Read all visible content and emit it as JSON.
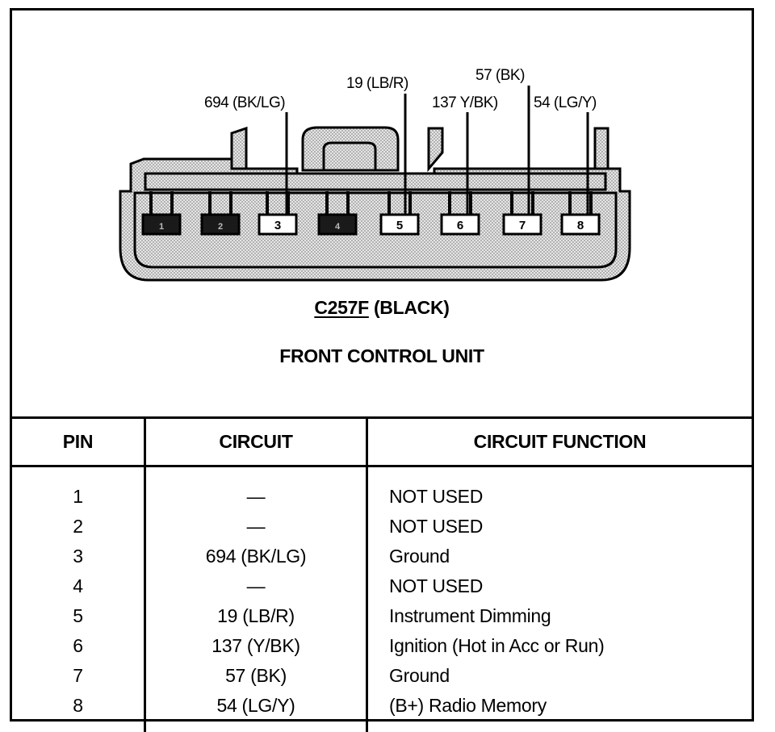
{
  "wire_labels": [
    {
      "id": "pin3",
      "text": "694 (BK/LG)"
    },
    {
      "id": "pin5",
      "text": "19 (LB/R)"
    },
    {
      "id": "pin6",
      "text": "137 Y/BK)"
    },
    {
      "id": "pin7",
      "text": "57 (BK)"
    },
    {
      "id": "pin8",
      "text": "54 (LG/Y)"
    }
  ],
  "connector": {
    "code": "C257F",
    "color": "(BLACK)",
    "unit": "FRONT CONTROL UNIT",
    "pin_numbers": [
      "1",
      "2",
      "3",
      "4",
      "5",
      "6",
      "7",
      "8"
    ],
    "empty_pins": [
      "1",
      "2",
      "4"
    ]
  },
  "table": {
    "headers": [
      "PIN",
      "CIRCUIT",
      "CIRCUIT FUNCTION"
    ],
    "rows": [
      {
        "pin": "1",
        "circuit": "—",
        "function": "NOT USED"
      },
      {
        "pin": "2",
        "circuit": "—",
        "function": "NOT USED"
      },
      {
        "pin": "3",
        "circuit": "694 (BK/LG)",
        "function": "Ground"
      },
      {
        "pin": "4",
        "circuit": "—",
        "function": "NOT USED"
      },
      {
        "pin": "5",
        "circuit": "19 (LB/R)",
        "function": "Instrument Dimming"
      },
      {
        "pin": "6",
        "circuit": "137 (Y/BK)",
        "function": "Ignition (Hot in Acc or Run)"
      },
      {
        "pin": "7",
        "circuit": "57 (BK)",
        "function": "Ground"
      },
      {
        "pin": "8",
        "circuit": "54 (LG/Y)",
        "function": "(B+) Radio Memory"
      }
    ]
  },
  "colors": {
    "fill": "#cfcfcf",
    "empty_pin": "#1a1a1a",
    "line": "#000000"
  }
}
